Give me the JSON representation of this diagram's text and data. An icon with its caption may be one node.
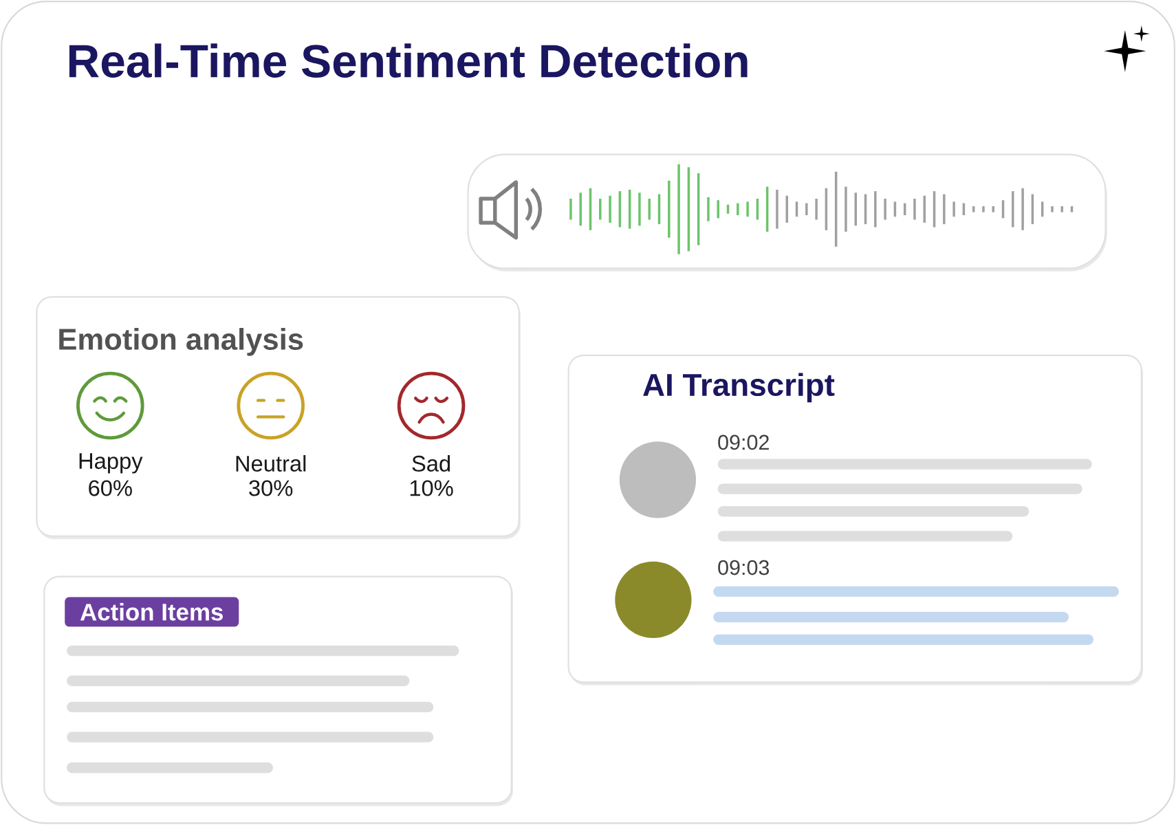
{
  "diagram": {
    "title": "Real-Time Sentiment Detection",
    "nodes": [
      {
        "text": [],
        "shape": "box"
      },
      {
        "text": [
          "Emotion analysis"
        ]
      },
      {
        "text": [
          "Happy",
          "60%"
        ],
        "in": 1
      },
      {
        "text": [
          "Neutral",
          "30%"
        ],
        "in": 1
      },
      {
        "text": [
          "Sad",
          "10%"
        ],
        "in": 1
      },
      {
        "text": [
          "Action Items"
        ]
      },
      {
        "text": [
          "AI Transcript"
        ]
      },
      {
        "text": [],
        "shape": "circle",
        "in": 6,
        "beside": [
          "09:02"
        ]
      },
      {
        "text": [],
        "shape": "circle",
        "in": 6,
        "beside": [
          "09:03"
        ]
      }
    ]
  }
}
